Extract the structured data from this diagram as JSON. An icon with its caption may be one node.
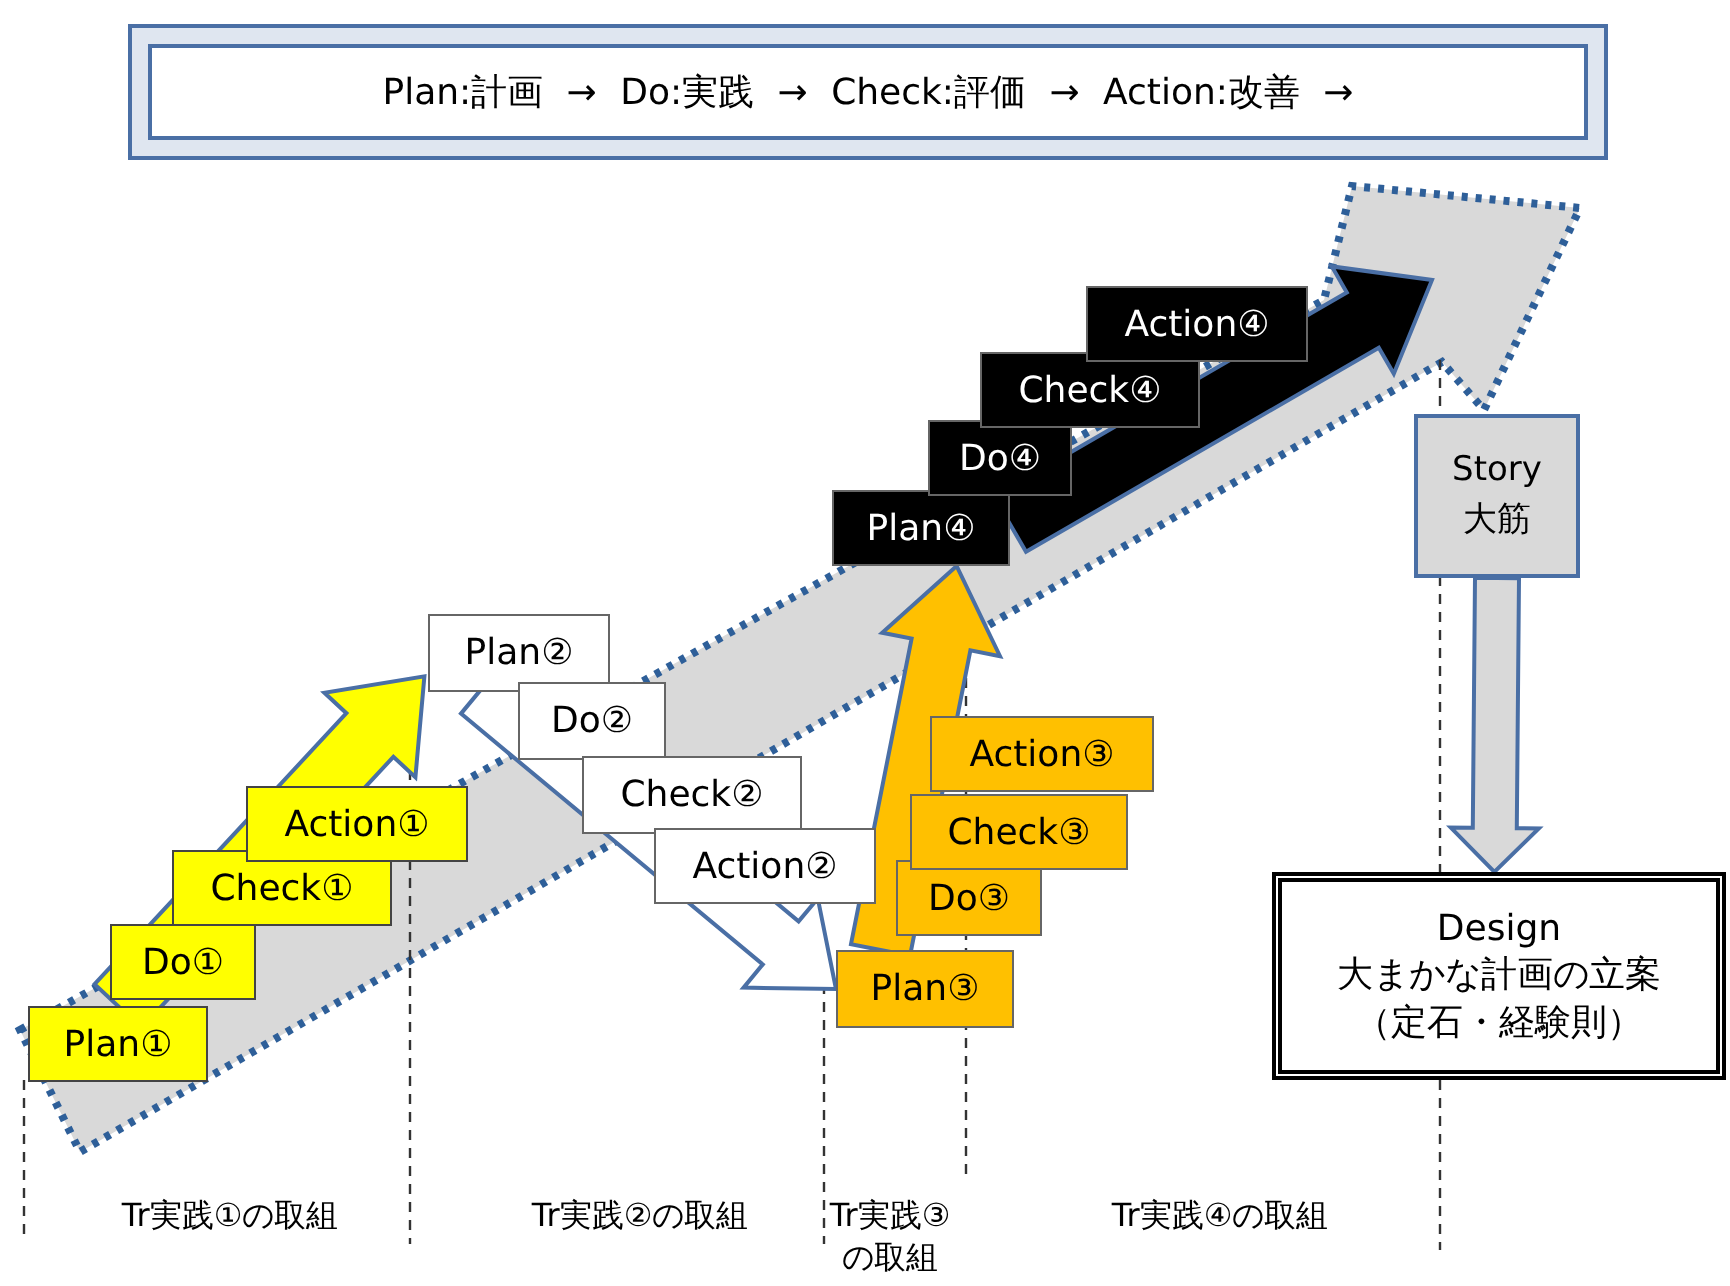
{
  "diagram": {
    "nodes": [
      {
        "text": [
          "Plan:計画 → Do:実践 → Check:評価 → Action:改善 →"
        ]
      },
      {
        "text": [
          "Plan①"
        ]
      },
      {
        "text": [
          "Do①"
        ]
      },
      {
        "text": [
          "Check①"
        ]
      },
      {
        "text": [
          "Action①"
        ]
      },
      {
        "text": [
          "Plan②"
        ]
      },
      {
        "text": [
          "Do②"
        ]
      },
      {
        "text": [
          "Check②"
        ]
      },
      {
        "text": [
          "Action②"
        ]
      },
      {
        "text": [
          "Plan③"
        ]
      },
      {
        "text": [
          "Do③"
        ]
      },
      {
        "text": [
          "Check③"
        ]
      },
      {
        "text": [
          "Action③"
        ]
      },
      {
        "text": [
          "Plan④"
        ]
      },
      {
        "text": [
          "Do④"
        ]
      },
      {
        "text": [
          "Check④"
        ]
      },
      {
        "text": [
          "Action④"
        ]
      },
      {
        "text": [
          "Story 大筋"
        ]
      },
      {
        "text": [
          "Design",
          "大まかな計画の立案",
          "（定石・経験則）"
        ]
      }
    ],
    "edges": [
      {
        "from": 1,
        "to": 5,
        "arrow": "to",
        "style": "thick",
        "color": "#ffff00"
      },
      {
        "from": 5,
        "to": 9,
        "arrow": "to",
        "style": "thick",
        "color": "#ffffff"
      },
      {
        "from": 9,
        "to": 13,
        "arrow": "to",
        "style": "thick",
        "color": "#ffc000"
      },
      {
        "from": 13,
        "to": null,
        "arrow": "to",
        "style": "thick",
        "color": "#000000"
      },
      {
        "from": 17,
        "to": 18,
        "arrow": "to",
        "style": "thick",
        "color": "#d9d9d9"
      }
    ],
    "labels": [
      "Tr実践①の取組",
      "Tr実践②の取組",
      "Tr実践③の取組",
      "Tr実践④の取組"
    ]
  }
}
